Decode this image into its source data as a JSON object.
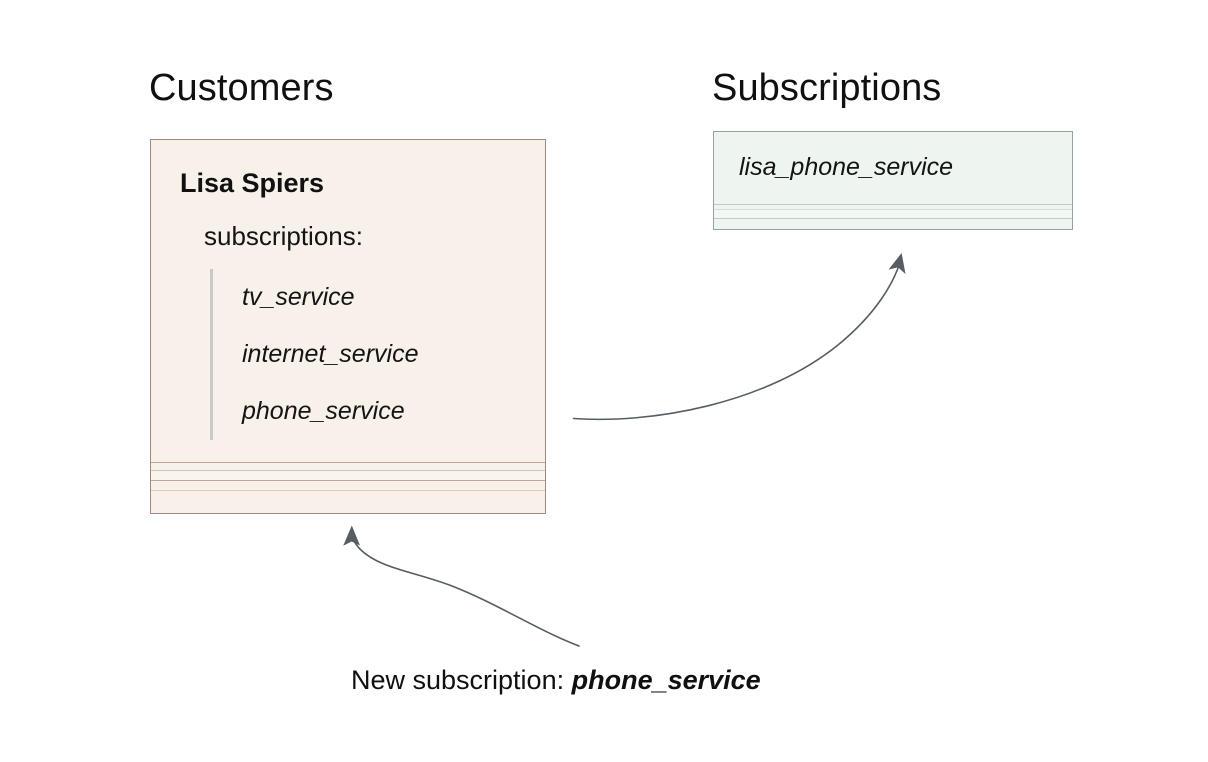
{
  "columns": {
    "customers": {
      "heading": "Customers",
      "card": {
        "name": "Lisa Spiers",
        "field_label": "subscriptions:",
        "subscriptions": [
          "tv_service",
          "internet_service",
          "phone_service"
        ]
      }
    },
    "subscriptions": {
      "heading": "Subscriptions",
      "card": {
        "item": "lisa_phone_service"
      }
    }
  },
  "caption": {
    "prefix": "New subscription: ",
    "value": "phone_service"
  },
  "arrows": [
    {
      "name": "arrow-customers-to-subscriptions",
      "from": "customers-card",
      "to": "subscriptions-card"
    },
    {
      "name": "arrow-caption-to-customers",
      "from": "caption",
      "to": "customers-card"
    }
  ],
  "colors": {
    "background": "#ffffff",
    "customers_card_fill": "#f8f1ea",
    "customers_card_border": "#9b8880",
    "subscriptions_card_fill": "#eef4f0",
    "subscriptions_card_border": "#93a59b",
    "list_rule": "#c9c9c9",
    "arrow": "#565e63",
    "text": "#101010"
  }
}
